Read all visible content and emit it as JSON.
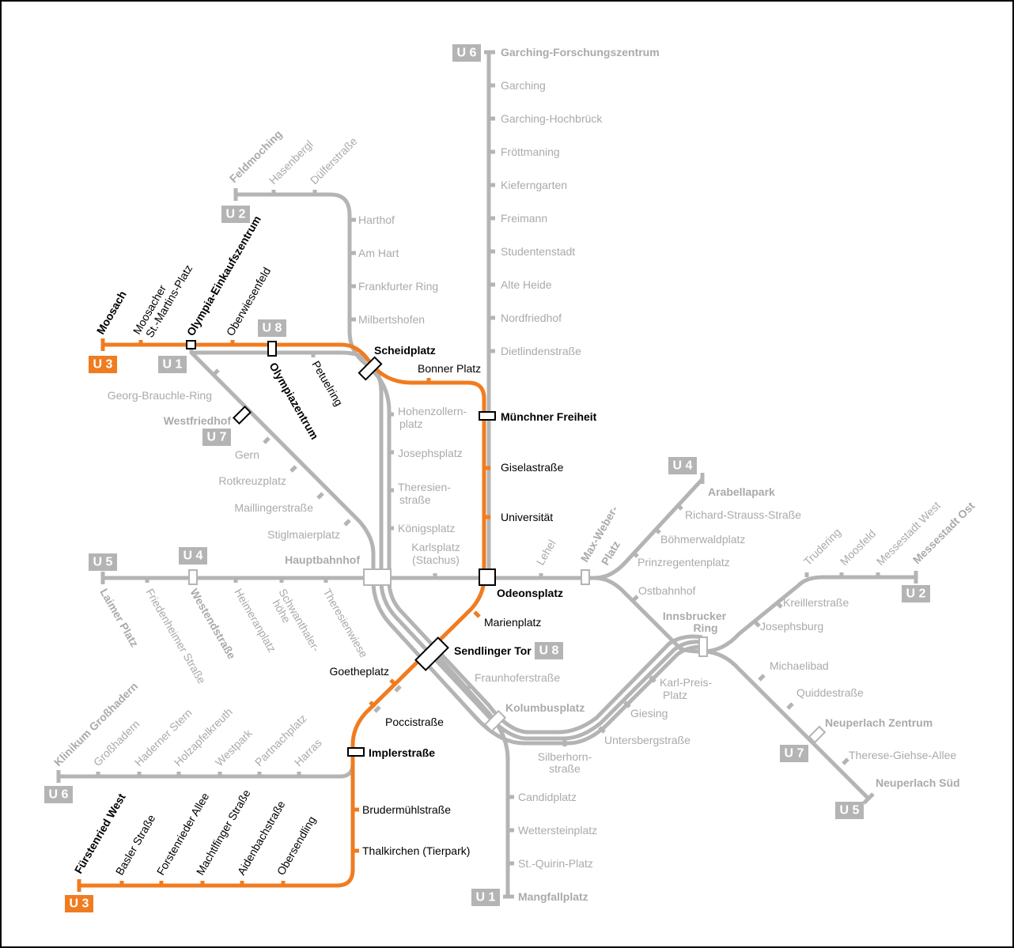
{
  "colors": {
    "u3": "#f07c21",
    "gray": "#b4b4b4",
    "grayText": "#aaaaaa",
    "active": "#000000"
  },
  "lines": {
    "U1": "U 1",
    "U2": "U 2",
    "U3": "U 3",
    "U4": "U 4",
    "U5": "U 5",
    "U6": "U 6",
    "U7": "U 7",
    "U8": "U 8"
  },
  "stations": {
    "garching_forschungszentrum": "Garching-Forschungszentrum",
    "garching": "Garching",
    "garching_hochbrueck": "Garching-Hochbrück",
    "froettmaning": "Fröttmaning",
    "kieferngarten": "Kieferngarten",
    "freimann": "Freimann",
    "studentenstadt": "Studentenstadt",
    "alte_heide": "Alte Heide",
    "nordfriedhof": "Nordfriedhof",
    "dietlindenstrasse": "Dietlindenstraße",
    "muenchner_freiheit": "Münchner Freiheit",
    "giselastrasse": "Giselastraße",
    "universitaet": "Universität",
    "odeonsplatz": "Odeonsplatz",
    "feldmoching": "Feldmoching",
    "hasenbergl": "Hasenbergl",
    "duelferstrasse": "Dülferstraße",
    "harthof": "Harthof",
    "am_hart": "Am Hart",
    "frankfurter_ring": "Frankfurter Ring",
    "milbertshofen": "Milbertshofen",
    "scheidplatz": "Scheidplatz",
    "bonner_platz": "Bonner Platz",
    "moosach": "Moosach",
    "moosacher_1": "Moosacher",
    "moosacher_2": "St.-Martins-Platz",
    "olympia_einkaufszentrum": "Olympia-Einkaufszentrum",
    "oberwiesenfeld": "Oberwiesenfeld",
    "olympiazentrum": "Olympiazentrum",
    "petuelring": "Petuelring",
    "georg_brauchle_ring": "Georg-Brauchle-Ring",
    "westfriedhof": "Westfriedhof",
    "gern": "Gern",
    "rotkreuzplatz": "Rotkreuzplatz",
    "maillingerstrasse": "Maillingerstraße",
    "stiglmaierplatz": "Stiglmaierplatz",
    "hohenzollernplatz_1": "Hohenzollern-",
    "hohenzollernplatz_2": "platz",
    "josephsplatz": "Josephsplatz",
    "theresienstrasse_1": "Theresien-",
    "theresienstrasse_2": "straße",
    "koenigsplatz": "Königsplatz",
    "karlsplatz_1": "Karlsplatz",
    "karlsplatz_2": "(Stachus)",
    "hauptbahnhof": "Hauptbahnhof",
    "lehel": "Lehel",
    "max_weber_platz_1": "Max-Weber-",
    "max_weber_platz_2": "Platz",
    "arabellapark": "Arabellapark",
    "richard_strauss_strasse": "Richard-Strauss-Straße",
    "boehmerwaldplatz": "Böhmerwaldplatz",
    "prinzregentenplatz": "Prinzregentenplatz",
    "ostbahnhof": "Ostbahnhof",
    "innsbrucker_ring_1": "Innsbrucker",
    "innsbrucker_ring_2": "Ring",
    "truderring": "Trudering",
    "moosfeld": "Moosfeld",
    "messestadt_west": "Messestadt West",
    "messestadt_ost": "Messestadt Ost",
    "kreillerstrasse": "Kreillerstraße",
    "josephsburg": "Josephsburg",
    "michaelibad": "Michaelibad",
    "quiddestrasse": "Quiddestraße",
    "neuperlach_zentrum": "Neuperlach Zentrum",
    "therese_giehse_allee": "Therese-Giehse-Allee",
    "neuperlach_sued": "Neuperlach Süd",
    "laimer_platz": "Laimer Platz",
    "friedenheimer_strasse": "Friedenheimer Straße",
    "westendstrasse": "Westendstraße",
    "heimeranplatz": "Heimeranplatz",
    "schwanthalerhoehe_1": "Schwanthaler-",
    "schwanthalerhoehe_2": "höhe",
    "theresienwiese": "Theresienwiese",
    "marienplatz": "Marienplatz",
    "sendlinger_tor": "Sendlinger Tor",
    "goetheplatz": "Goetheplatz",
    "fraunhoferstrasse": "Fraunhoferstraße",
    "kolumbusplatz": "Kolumbusplatz",
    "poccistrasse": "Poccistraße",
    "implerstrasse": "Implerstraße",
    "silberhornstrasse_1": "Silberhorn-",
    "silberhornstrasse_2": "straße",
    "untersbergstrasse": "Untersbergstraße",
    "giesing": "Giesing",
    "karl_preis_platz_1": "Karl-Preis-",
    "karl_preis_platz_2": "Platz",
    "candidplatz": "Candidplatz",
    "wettersteinplatz": "Wettersteinplatz",
    "st_quirin_platz": "St.-Quirin-Platz",
    "mangfallplatz": "Mangfallplatz",
    "klinikum_grosshadern": "Klinikum Großhadern",
    "grosshadern": "Großhadern",
    "haderner_stern": "Haderner Stern",
    "holzapfelkreuth": "Holzapfelkreuth",
    "westpark": "Westpark",
    "partnachplatz": "Partnachplatz",
    "harras": "Harras",
    "brudermuehlstrasse": "Brudermühlstraße",
    "thalkirchen": "Thalkirchen (Tierpark)",
    "fuerstenried_west": "Fürstenried West",
    "basler_strasse": "Basler Straße",
    "forstenrieder_allee": "Forstenrieder Allee",
    "machtlfinger_strasse": "Machtlfinger Straße",
    "aidenbachstrasse": "Aidenbachstraße",
    "obersendling": "Obersendling"
  }
}
